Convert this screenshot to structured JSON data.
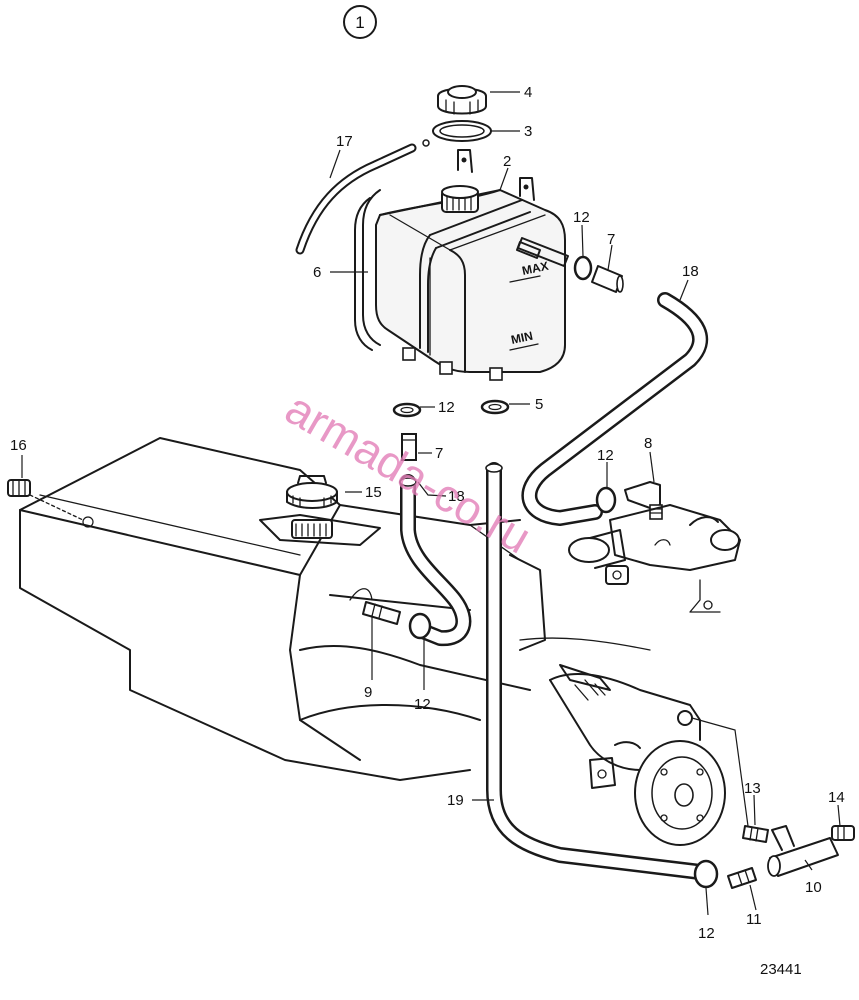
{
  "figure_number": "1",
  "drawing_number": "23441",
  "watermark": "armada-co.ru",
  "tank_markings": {
    "max": "MAX",
    "min": "MIN"
  },
  "callouts": [
    "2",
    "3",
    "4",
    "5",
    "6",
    "7",
    "7",
    "8",
    "9",
    "10",
    "11",
    "12",
    "12",
    "12",
    "12",
    "12",
    "13",
    "14",
    "15",
    "16",
    "17",
    "18",
    "18",
    "19"
  ]
}
